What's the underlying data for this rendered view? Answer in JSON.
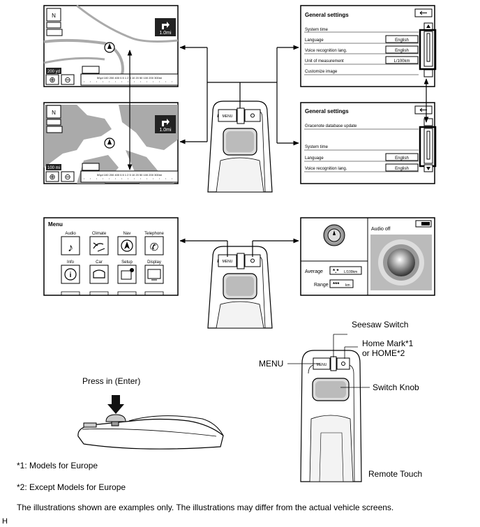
{
  "map_top": {
    "scale": "200 yd",
    "dist": "1.0mi",
    "scale_bar_labels": "50yd 100 200 400 0.5 1 2 5 10 20 50 100 200 300mi"
  },
  "map_bottom": {
    "scale": "100 mi",
    "dist": "1.0mi",
    "scale_bar_labels": "50yd 100 200 400 0.5 1 2 5 10 20 50 100 200 300mi"
  },
  "gs1": {
    "title": "General settings",
    "rows": [
      {
        "label": "System time",
        "value": ""
      },
      {
        "label": "Language",
        "value": "English"
      },
      {
        "label": "Voice recognition lang.",
        "value": "English"
      },
      {
        "label": "Unit of measurement",
        "value": "L/100km"
      },
      {
        "label": "Customize image",
        "value": ""
      }
    ]
  },
  "gs2": {
    "title": "General settings",
    "rows": [
      {
        "label": "Gracenote database update",
        "value": ""
      },
      {
        "label": "System time",
        "value": ""
      },
      {
        "label": "Language",
        "value": "English"
      },
      {
        "label": "Voice recognition lang.",
        "value": "English"
      }
    ]
  },
  "menu": {
    "title": "Menu",
    "items": [
      "Audio",
      "Climate",
      "Nav",
      "Telephone",
      "Info",
      "Car",
      "Setup",
      "Display"
    ]
  },
  "audio": {
    "status": "Audio off",
    "average_label": "Average",
    "average_value": "*.*",
    "average_unit": "L/100km",
    "range_label": "Range",
    "range_value": "***",
    "range_unit": "km"
  },
  "remote": {
    "menu_btn": "MENU"
  },
  "callouts": {
    "seesaw": "Seesaw Switch",
    "home1": "Home Mark*1",
    "home2": "or HOME*2",
    "menu": "MENU",
    "knob": "Switch Knob",
    "press": "Press in (Enter)",
    "remote_touch": "Remote Touch"
  },
  "notes": {
    "n1": "*1: Models for Europe",
    "n2": "*2: Except Models for Europe",
    "n3": "The illustrations shown are examples only. The illustrations may differ from the actual vehicle screens."
  },
  "corner": "H"
}
